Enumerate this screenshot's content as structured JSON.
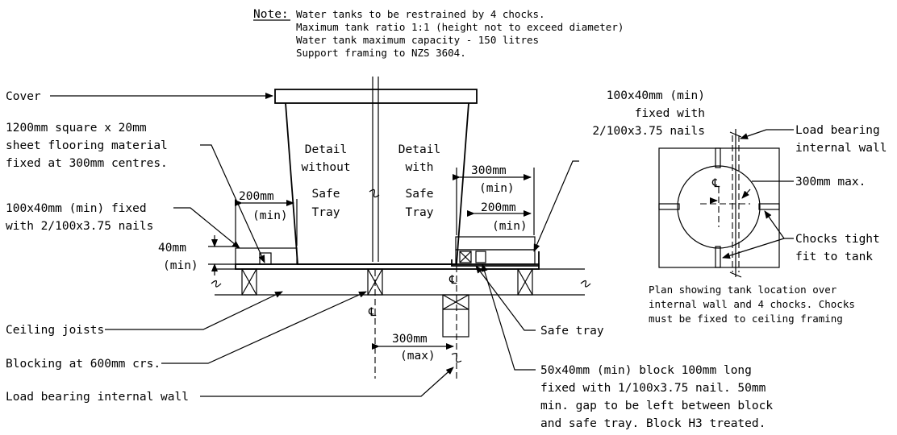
{
  "note": {
    "label": "Note:",
    "lines": [
      "Water tanks to be restrained by 4 chocks.",
      "Maximum tank ratio 1:1 (height not to exceed diameter)",
      "Water tank maximum capacity - 150 litres",
      "Support framing to NZS 3604."
    ]
  },
  "left_labels": {
    "cover": "Cover",
    "flooring": [
      "1200mm square x 20mm",
      "sheet flooring material",
      "fixed at 300mm centres."
    ],
    "fixed_min": [
      "100x40mm (min) fixed",
      "with 2/100x3.75 nails"
    ],
    "gap_40": [
      "40mm",
      "(min)"
    ],
    "ceiling_joists": "Ceiling joists",
    "blocking": "Blocking at 600mm crs.",
    "load_wall": "Load bearing internal wall"
  },
  "tank_labels": {
    "without": [
      "Detail",
      "without",
      "Safe",
      "Tray"
    ],
    "with": [
      "Detail",
      "with",
      "Safe",
      "Tray"
    ]
  },
  "dimensions": {
    "d200_left": [
      "200mm",
      "(min)"
    ],
    "d300_right": [
      "300mm",
      "(min)"
    ],
    "d200_right": [
      "200mm",
      "(min)"
    ],
    "d300_max": [
      "300mm",
      "(max)"
    ]
  },
  "right_labels": {
    "fixed_nails": [
      "100x40mm (min)",
      "fixed with",
      "2/100x3.75 nails"
    ],
    "safe_tray": "Safe tray",
    "block": [
      "50x40mm (min) block 100mm long",
      "fixed with 1/100x3.75 nail.  50mm",
      "min. gap to be left between block",
      "and safe tray.  Block H3 treated."
    ]
  },
  "plan": {
    "load_wall": [
      "Load bearing",
      "internal wall"
    ],
    "max300": "300mm max.",
    "chocks": [
      "Chocks tight",
      "fit to tank"
    ],
    "caption": [
      "Plan showing tank location over",
      "internal wall and 4 chocks.  Chocks",
      "must be fixed to ceiling framing"
    ]
  },
  "symbols": {
    "centreline": "℄"
  }
}
